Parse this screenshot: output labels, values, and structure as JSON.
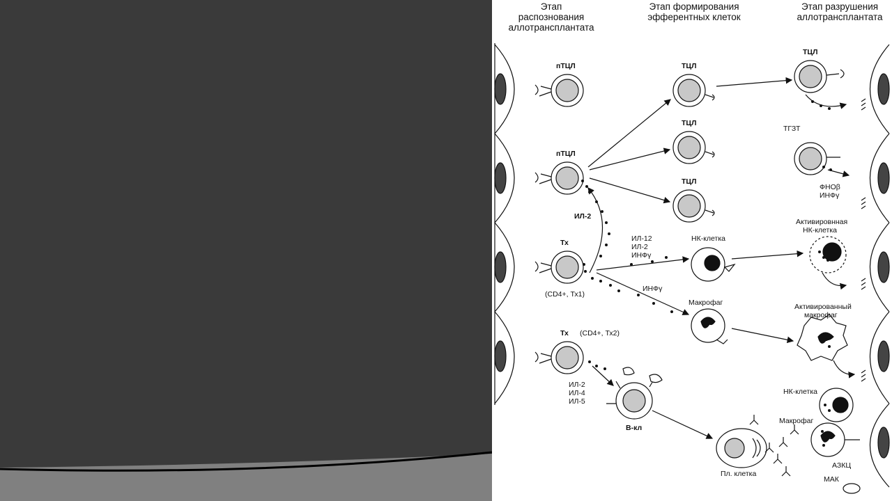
{
  "slide": {
    "background_color": "#3a3a3a",
    "bottom_band_color": "#808080"
  },
  "figure": {
    "headers": {
      "recognition": "Этап\nраспознования\nаллотрансплантата",
      "effector": "Этап формирования\nэфферентных клеток",
      "destruction": "Этап разрушения\nаллотрансплантата"
    },
    "labels": {
      "ptcl_1": "пТЦЛ",
      "ptcl_2": "пТЦЛ",
      "tcl_1": "ТЦЛ",
      "tcl_2": "ТЦЛ",
      "tcl_3": "ТЦЛ",
      "tcl_dest": "ТЦЛ",
      "tgzt": "ТГЗТ",
      "tnf": "ФНОβ",
      "ifn_dest": "ИНФγ",
      "il2": "ИЛ-2",
      "tx1": "Тх",
      "cd4_tx1": "(CD4+, Тх1)",
      "cyt1_a": "ИЛ-12",
      "cyt1_b": "ИЛ-2",
      "cyt1_c": "ИНФγ",
      "ifn2": "ИНФγ",
      "nk": "НК-клетка",
      "act_nk_a": "Активировнная",
      "act_nk_b": "НК-клетка",
      "macro": "Макрофаг",
      "act_macro_a": "Активированный",
      "act_macro_b": "макрофаг",
      "tx2": "Тх",
      "cd4_tx2": "(CD4+, Тх2)",
      "il2b": "ИЛ-2",
      "il4": "ИЛ-4",
      "il5": "ИЛ-5",
      "bcell": "В-кл",
      "nk_bottom": "НК-клетка",
      "macro_bottom": "Макрофаг",
      "plasma": "Пл. клетка",
      "adcc": "АЗКЦ",
      "mac": "МАК"
    }
  }
}
